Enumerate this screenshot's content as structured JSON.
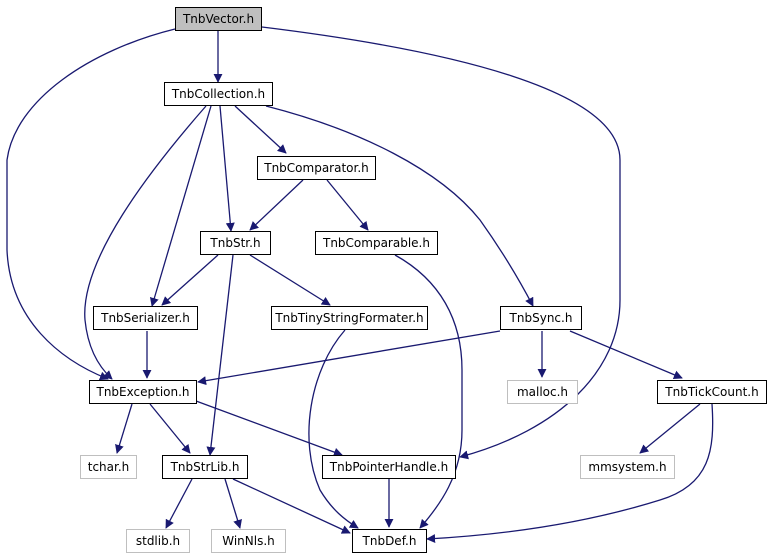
{
  "colors": {
    "edge": "#191970",
    "root_fill": "#bfbfbf",
    "node_border": "#000000",
    "external_border": "#bfbfbf"
  },
  "nodes": {
    "tnbvector": "TnbVector.h",
    "tnbcollection": "TnbCollection.h",
    "tnbcomparator": "TnbComparator.h",
    "tnbstr": "TnbStr.h",
    "tnbcomparable": "TnbComparable.h",
    "tnbserializer": "TnbSerializer.h",
    "tnbtinystringformater": "TnbTinyStringFormater.h",
    "tnbsync": "TnbSync.h",
    "tnbexception": "TnbException.h",
    "malloc": "malloc.h",
    "tnbtickcount": "TnbTickCount.h",
    "tchar": "tchar.h",
    "tnbstrlib": "TnbStrLib.h",
    "tnbpointerhandle": "TnbPointerHandle.h",
    "mmsystem": "mmsystem.h",
    "stdlib": "stdlib.h",
    "winnls": "WinNls.h",
    "tnbdef": "TnbDef.h"
  }
}
